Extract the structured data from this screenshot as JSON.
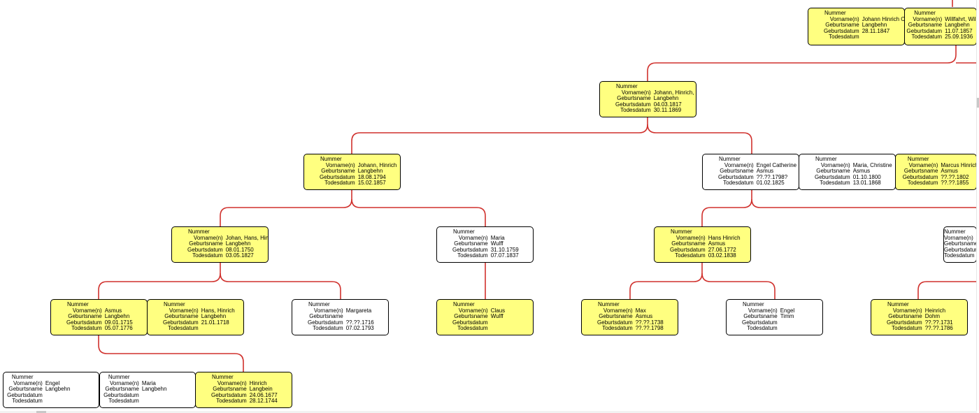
{
  "labels": {
    "nummer": "Nummer",
    "vorname": "Vorname(n)",
    "geburtsname": "Geburtsname",
    "geburtsdatum": "Geburtsdatum",
    "todesdatum": "Todesdatum"
  },
  "colors": {
    "line": "#d0312d",
    "highlight": "#ffff80",
    "plain": "#ffffff"
  },
  "persons": [
    {
      "id": "johann-hinrich-chri",
      "color": "yellow",
      "vorname": "Johann Hinrich Chri",
      "geburtsname": "Langbehn",
      "geburtsdatum": "28.11.1847",
      "todesdatum": ""
    },
    {
      "id": "willfahrt",
      "color": "yellow",
      "vorname": "Willfahrt, Willi",
      "geburtsname": "Langbehn",
      "geburtsdatum": "11.07.1857",
      "todesdatum": "25.09.1936"
    },
    {
      "id": "johann-hinrich-chr",
      "color": "yellow",
      "vorname": "Johann, Hinrich, Chr",
      "geburtsname": "Langbehn",
      "geburtsdatum": "04.03.1817",
      "todesdatum": "30.11.1869"
    },
    {
      "id": "johann-hinrich",
      "color": "yellow",
      "vorname": "Johann, Hinrich",
      "geburtsname": "Langbehn",
      "geburtsdatum": "18.08.1794",
      "todesdatum": "15.02.1857"
    },
    {
      "id": "engel-catherine",
      "color": "white",
      "vorname": "Engel Catherine",
      "geburtsname": "Asmus",
      "geburtsdatum": "??.??.1798?",
      "todesdatum": "01.02.1825"
    },
    {
      "id": "maria-christine",
      "color": "white",
      "vorname": "Maria, Christine",
      "geburtsname": "Asmus",
      "geburtsdatum": "01.10.1800",
      "todesdatum": "13.01.1868"
    },
    {
      "id": "marcus-hinrich",
      "color": "yellow",
      "vorname": "Marcus Hinrich",
      "geburtsname": "Asmus",
      "geburtsdatum": "??.??.1802",
      "todesdatum": "??.??.1855"
    },
    {
      "id": "johan-hans-hinric",
      "color": "yellow",
      "vorname": "Johan, Hans, Hinric",
      "geburtsname": "Langbehn",
      "geburtsdatum": "08.01.1750",
      "todesdatum": "03.05.1827"
    },
    {
      "id": "maria-wulff",
      "color": "white",
      "vorname": "Maria",
      "geburtsname": "Wulff",
      "geburtsdatum": "31.10.1759",
      "todesdatum": "07.07.1837"
    },
    {
      "id": "hans-hinrich-asmus",
      "color": "yellow",
      "vorname": "Hans Hinrich",
      "geburtsname": "Asmus",
      "geburtsdatum": "27.06.1772",
      "todesdatum": "03.02.1838"
    },
    {
      "id": "partial-right",
      "color": "white",
      "vorname": "",
      "geburtsname": "",
      "geburtsdatum": "",
      "todesdatum": ""
    },
    {
      "id": "asmus-langbehn",
      "color": "yellow",
      "vorname": "Asmus",
      "geburtsname": "Langbehn",
      "geburtsdatum": "09.01.1715",
      "todesdatum": "05.07.1776"
    },
    {
      "id": "hans-hinrich-langbehn",
      "color": "yellow",
      "vorname": "Hans, Hinrich",
      "geburtsname": "Langbehn",
      "geburtsdatum": "21.01.1718",
      "todesdatum": ""
    },
    {
      "id": "margareta",
      "color": "white",
      "vorname": "Margareta",
      "geburtsname": "",
      "geburtsdatum": "??.??.1716",
      "todesdatum": "07.02.1793"
    },
    {
      "id": "claus-wulff",
      "color": "yellow",
      "vorname": "Claus",
      "geburtsname": "Wulff",
      "geburtsdatum": "",
      "todesdatum": ""
    },
    {
      "id": "max-asmus",
      "color": "yellow",
      "vorname": "Max",
      "geburtsname": "Asmus",
      "geburtsdatum": "??.??.1738",
      "todesdatum": "??.??.1798"
    },
    {
      "id": "engel-timm",
      "color": "white",
      "vorname": "Engel",
      "geburtsname": "Timm",
      "geburtsdatum": "",
      "todesdatum": ""
    },
    {
      "id": "heinrich-dohm",
      "color": "yellow",
      "vorname": "Heinrich",
      "geburtsname": "Dohm",
      "geburtsdatum": "??.??.1731",
      "todesdatum": "??.??.1786"
    },
    {
      "id": "engel-langbehn",
      "color": "white",
      "vorname": "Engel",
      "geburtsname": "Langbehn",
      "geburtsdatum": "",
      "todesdatum": ""
    },
    {
      "id": "maria-langbehn",
      "color": "white",
      "vorname": "Maria",
      "geburtsname": "Langbehn",
      "geburtsdatum": "",
      "todesdatum": ""
    },
    {
      "id": "hinrich-langbein",
      "color": "yellow",
      "vorname": "Hinrich",
      "geburtsname": "Langbein",
      "geburtsdatum": "24.06.1677",
      "todesdatum": "28.12.1744"
    }
  ],
  "relations": [
    {
      "child": "johann-hinrich-chr",
      "parents": [
        "willfahrt"
      ]
    },
    {
      "child": "johann-hinrich",
      "parents": [
        "johann-hinrich-chr"
      ]
    },
    {
      "child": "engel-catherine",
      "parents": [
        "johann-hinrich-chr"
      ]
    },
    {
      "child": "johan-hans-hinric",
      "parents": [
        "johann-hinrich"
      ]
    },
    {
      "child": "maria-wulff",
      "parents": [
        "johann-hinrich"
      ]
    },
    {
      "child": "hans-hinrich-asmus",
      "parents": [
        "engel-catherine"
      ]
    },
    {
      "child": "asmus-langbehn",
      "parents": [
        "johan-hans-hinric"
      ]
    },
    {
      "child": "margareta",
      "parents": [
        "johan-hans-hinric"
      ]
    },
    {
      "child": "claus-wulff",
      "parents": [
        "maria-wulff"
      ]
    },
    {
      "child": "max-asmus",
      "parents": [
        "hans-hinrich-asmus"
      ]
    },
    {
      "child": "engel-timm",
      "parents": [
        "hans-hinrich-asmus"
      ]
    },
    {
      "child": "hinrich-langbein",
      "parents": [
        "asmus-langbehn"
      ]
    }
  ]
}
